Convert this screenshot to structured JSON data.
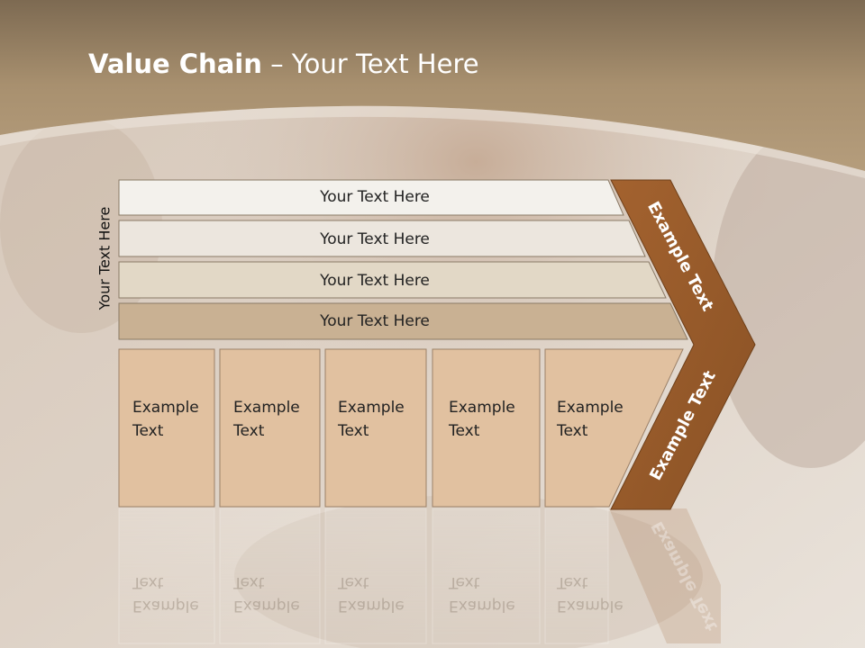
{
  "title": {
    "bold": "Value Chain",
    "rest": "– Your Text Here"
  },
  "side_label": "Your Text Here",
  "bands": [
    "Your Text Here",
    "Your Text Here",
    "Your Text Here",
    "Your Text Here"
  ],
  "boxes": [
    {
      "line1": "Example",
      "line2": "Text"
    },
    {
      "line1": "Example",
      "line2": "Text"
    },
    {
      "line1": "Example",
      "line2": "Text"
    },
    {
      "line1": "Example",
      "line2": "Text"
    },
    {
      "line1": "Example",
      "line2": "Text"
    }
  ],
  "chevron_labels": {
    "upper": "Example Text",
    "lower": "Example Text"
  },
  "colors": {
    "header": "#9f8a6c",
    "chevron": "#9b5d2c",
    "band1": "#f3f1ec",
    "band2": "#ece6de",
    "band3": "#e2d8c6",
    "band4": "#c9b193",
    "box": "#e1c1a0"
  }
}
